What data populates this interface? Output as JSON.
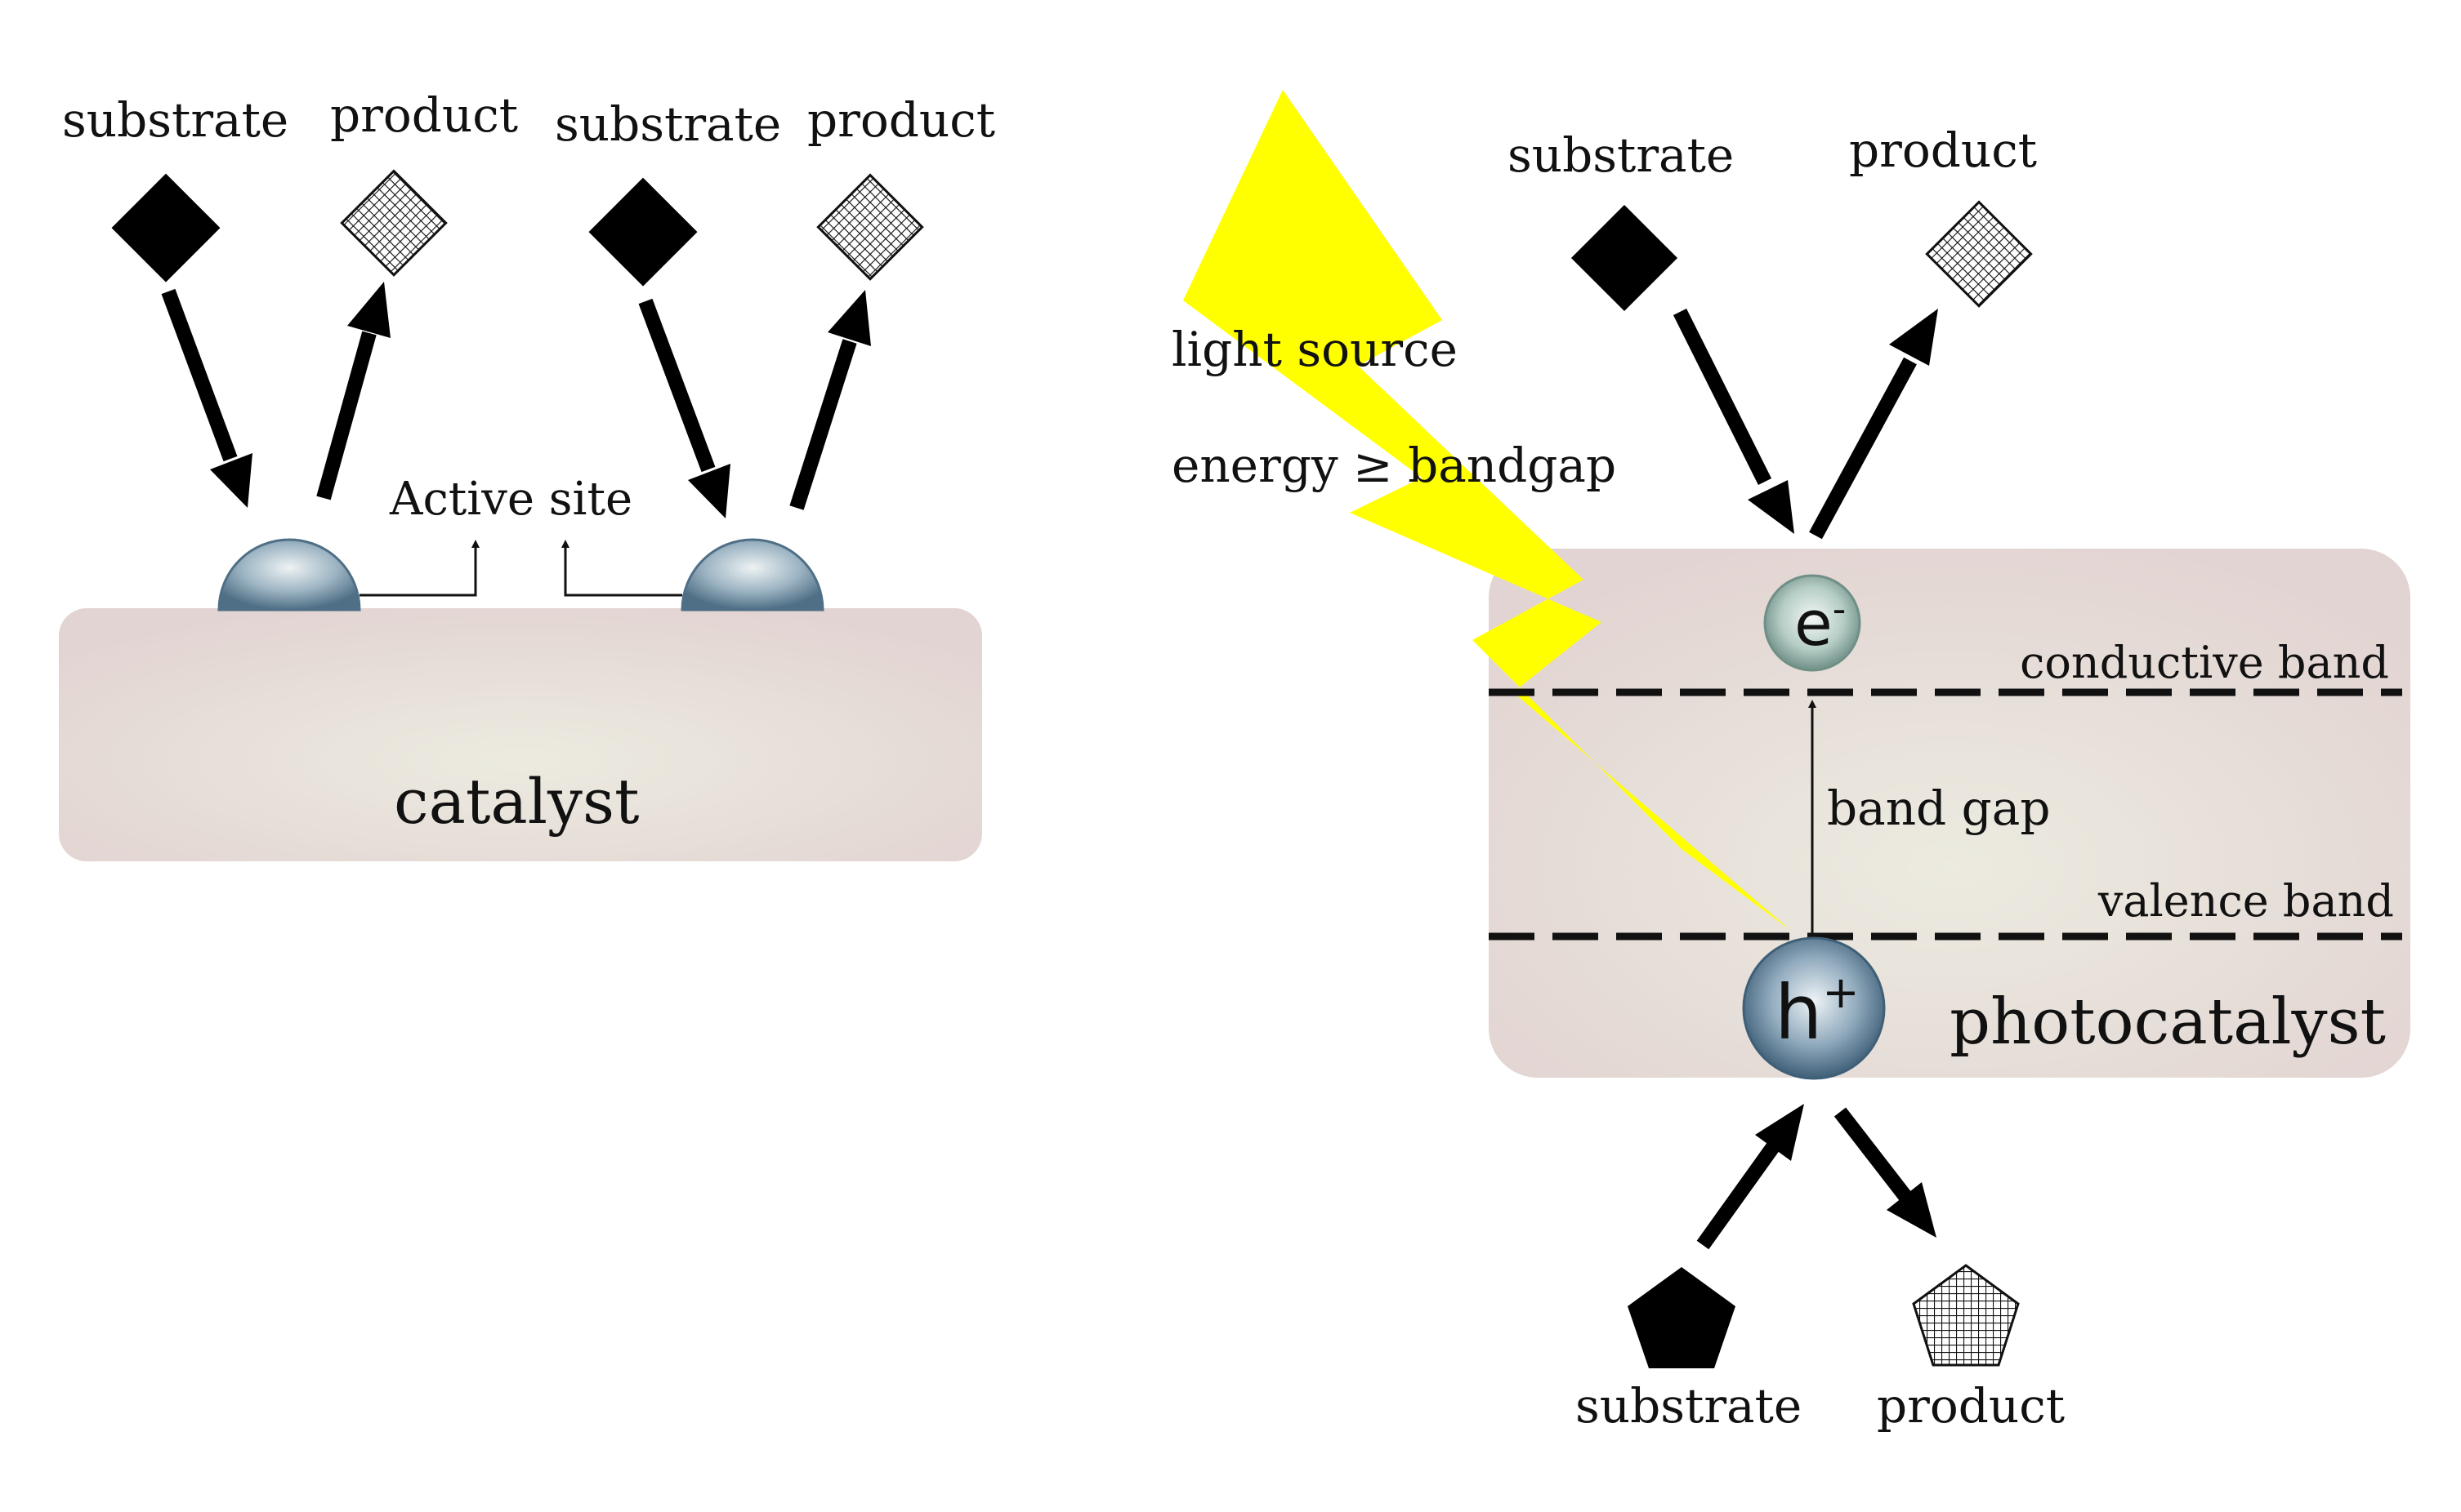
{
  "left_panel": {
    "catalyst_label": "catalyst",
    "active_site_label": "Active site",
    "groups": [
      {
        "substrate_label": "substrate",
        "product_label": "product"
      },
      {
        "substrate_label": "substrate",
        "product_label": "product"
      }
    ]
  },
  "right_panel": {
    "light_source_label": "light source",
    "energy_label": "energy ≥ bandgap",
    "top_substrate_label": "substrate",
    "top_product_label": "product",
    "electron_label": "e",
    "electron_sup": "-",
    "hole_label": "h",
    "hole_sup": "+",
    "conductive_band_label": "conductive band",
    "band_gap_label": "band gap",
    "valence_band_label": "valence band",
    "photocatalyst_label": "photocatalyst",
    "bottom_substrate_label": "substrate",
    "bottom_product_label": "product"
  },
  "colors": {
    "slab": "#e4d6d3",
    "light_bolt": "#ffff00",
    "electron_particle": "#a9c3bb",
    "hole_particle": "#6f8ea6",
    "active_site": "#7e9bb0"
  }
}
